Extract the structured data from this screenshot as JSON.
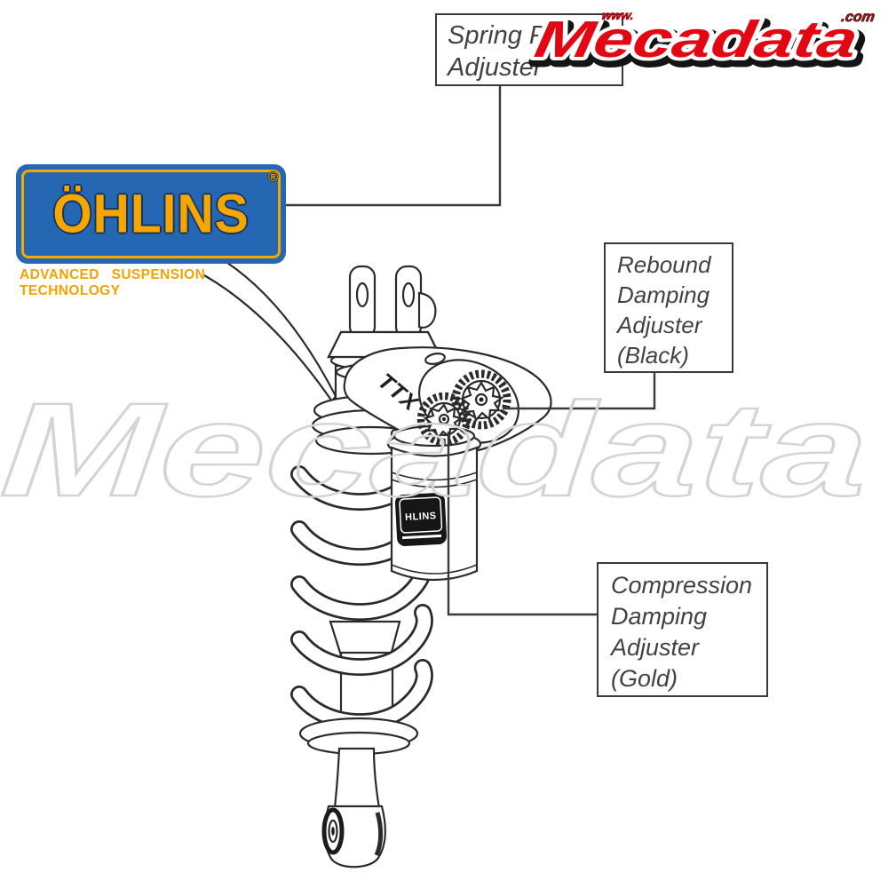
{
  "callouts": {
    "spring_preload": {
      "line1": "Spring P",
      "line2": "Adjuster"
    },
    "rebound": {
      "line1": "Rebound",
      "line2": "Damping",
      "line3": "Adjuster",
      "line4": "(Black)"
    },
    "compression": {
      "line1": "Compression",
      "line2": "Damping",
      "line3": "Adjuster",
      "line4": "(Gold)"
    }
  },
  "ohlins_logo": {
    "wordmark": "ÖHLINS",
    "registered_mark": "®",
    "tagline": "ADVANCED SUSPENSION TECHNOLOGY"
  },
  "mecadata_logo": {
    "prefix": "www.",
    "wordmark": "Mecadata",
    "suffix": ".com"
  },
  "watermark": {
    "text": "Mecadata"
  },
  "shock": {
    "model_label": "TTX",
    "reservoir_sticker": "HLINS"
  },
  "colors": {
    "ohlins_blue": "#2667b4",
    "ohlins_gold": "#f5a700",
    "mecadata_red": "#e30613",
    "line_art": "#2b2b2b",
    "watermark_gray": "#d4d4d4"
  }
}
